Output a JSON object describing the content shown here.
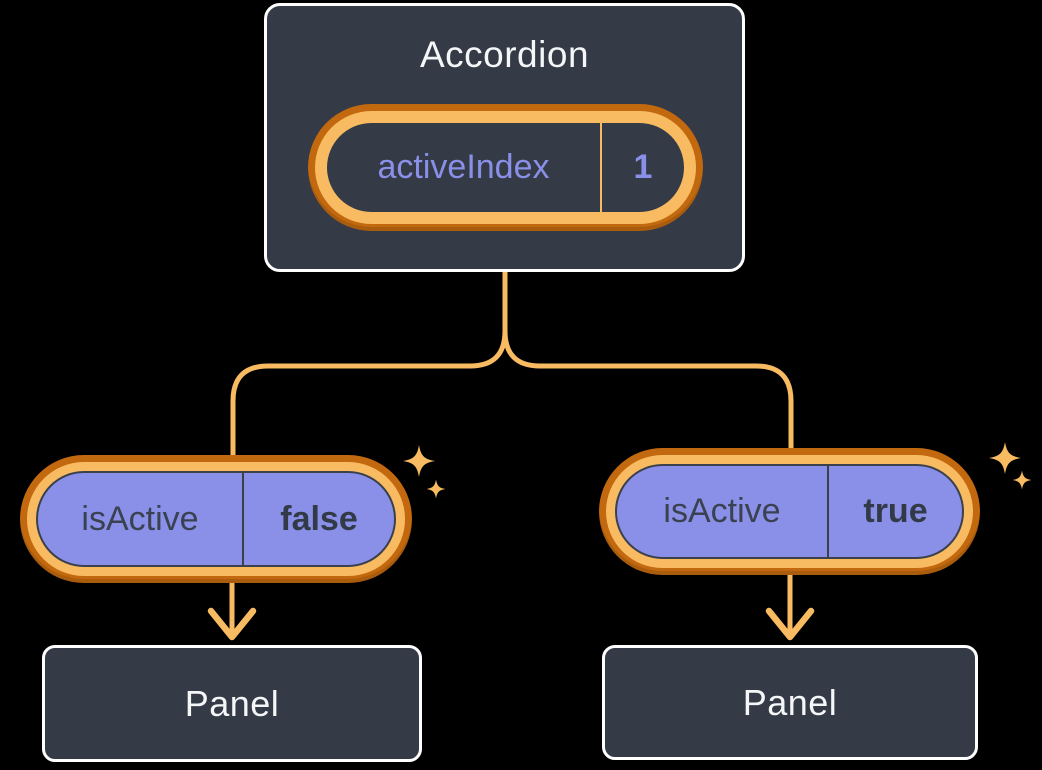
{
  "diagram": {
    "type": "component-tree",
    "root": {
      "title": "Accordion",
      "state": {
        "name": "activeIndex",
        "value": "1"
      }
    },
    "children": [
      {
        "prop_name": "isActive",
        "prop_value": "false",
        "panel_label": "Panel"
      },
      {
        "prop_name": "isActive",
        "prop_value": "true",
        "panel_label": "Panel"
      }
    ],
    "colors": {
      "background": "#000000",
      "card_fill": "#343A46",
      "card_border": "#FFFFFF",
      "connector_gold": "#F9BB62",
      "ring_dark_orange": "#C2690F",
      "pill_purple": "#8A90E8",
      "pill_text_dark": "#3A4150",
      "title_text": "#F5F6F8"
    },
    "icons": {
      "sparkles": "sparkles-icon"
    }
  }
}
